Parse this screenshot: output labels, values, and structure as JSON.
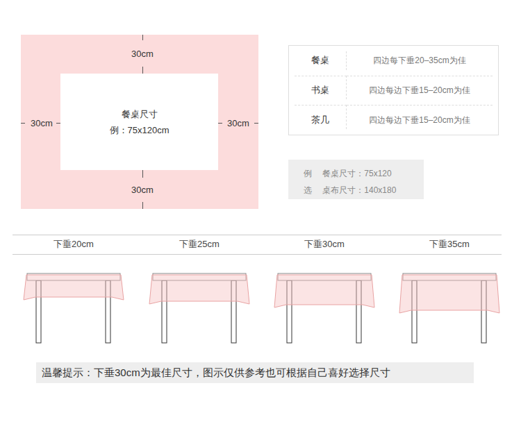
{
  "diagram": {
    "nodes": [
      {
        "text": [
          "30cm",
          "30cm",
          "30cm",
          "30cm"
        ]
      },
      {
        "text": [
          "餐桌尺寸",
          "例：75x120cm"
        ],
        "in": 0
      },
      {
        "text": [
          "餐桌",
          "四边每下垂20–35cm为佳",
          "书桌",
          "四边每边下垂15–20cm为佳",
          "茶几",
          "四边每边下垂15–20cm为佳"
        ]
      },
      {
        "text": [
          "例 餐桌尺寸：75x120",
          "选 桌布尺寸：140x180"
        ]
      },
      {
        "text": [
          "温馨提示：下垂30cm为最佳尺寸，图示仅供参考也可根据自己喜好选择尺寸"
        ]
      }
    ],
    "labels": [
      "下垂20cm",
      "下垂25cm",
      "下垂30cm",
      "下垂35cm"
    ]
  }
}
